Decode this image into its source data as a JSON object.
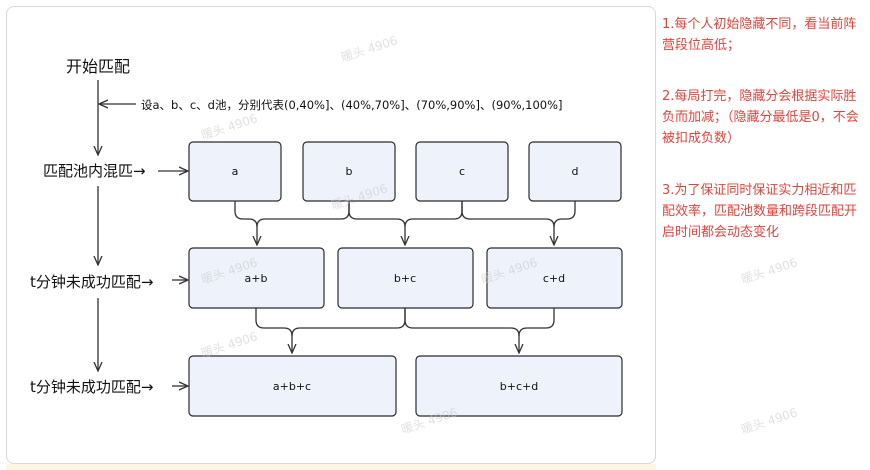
{
  "diagram": {
    "start_label": "开始匹配",
    "pool_setup_note": "设a、b、c、d池，分别代表(0,40%]、(40%,70%]、(70%,90%]、(90%,100%]",
    "stage_labels": [
      "匹配池内混匹→",
      "t分钟未成功匹配→",
      "t分钟未成功匹配→"
    ],
    "pools": [
      "a",
      "b",
      "c",
      "d"
    ],
    "merged_pairs": [
      "a+b",
      "b+c",
      "c+d"
    ],
    "merged_triples": [
      "a+b+c",
      "b+c+d"
    ]
  },
  "notes": [
    "1.每个人初始隐藏不同，看当前阵营段位高低；",
    "2.每局打完，隐藏分会根据实际胜负而加减；（隐藏分最低是0，不会被扣成负数）",
    "3.为了保证同时保证实力相近和匹配效率，匹配池数量和跨段匹配开启时间都会动态变化"
  ],
  "watermark": "暖头 4906",
  "colors": {
    "box_fill": "#eef2fb",
    "box_stroke": "#2b2b2b",
    "line": "#333333",
    "note_text": "#e8413a"
  }
}
